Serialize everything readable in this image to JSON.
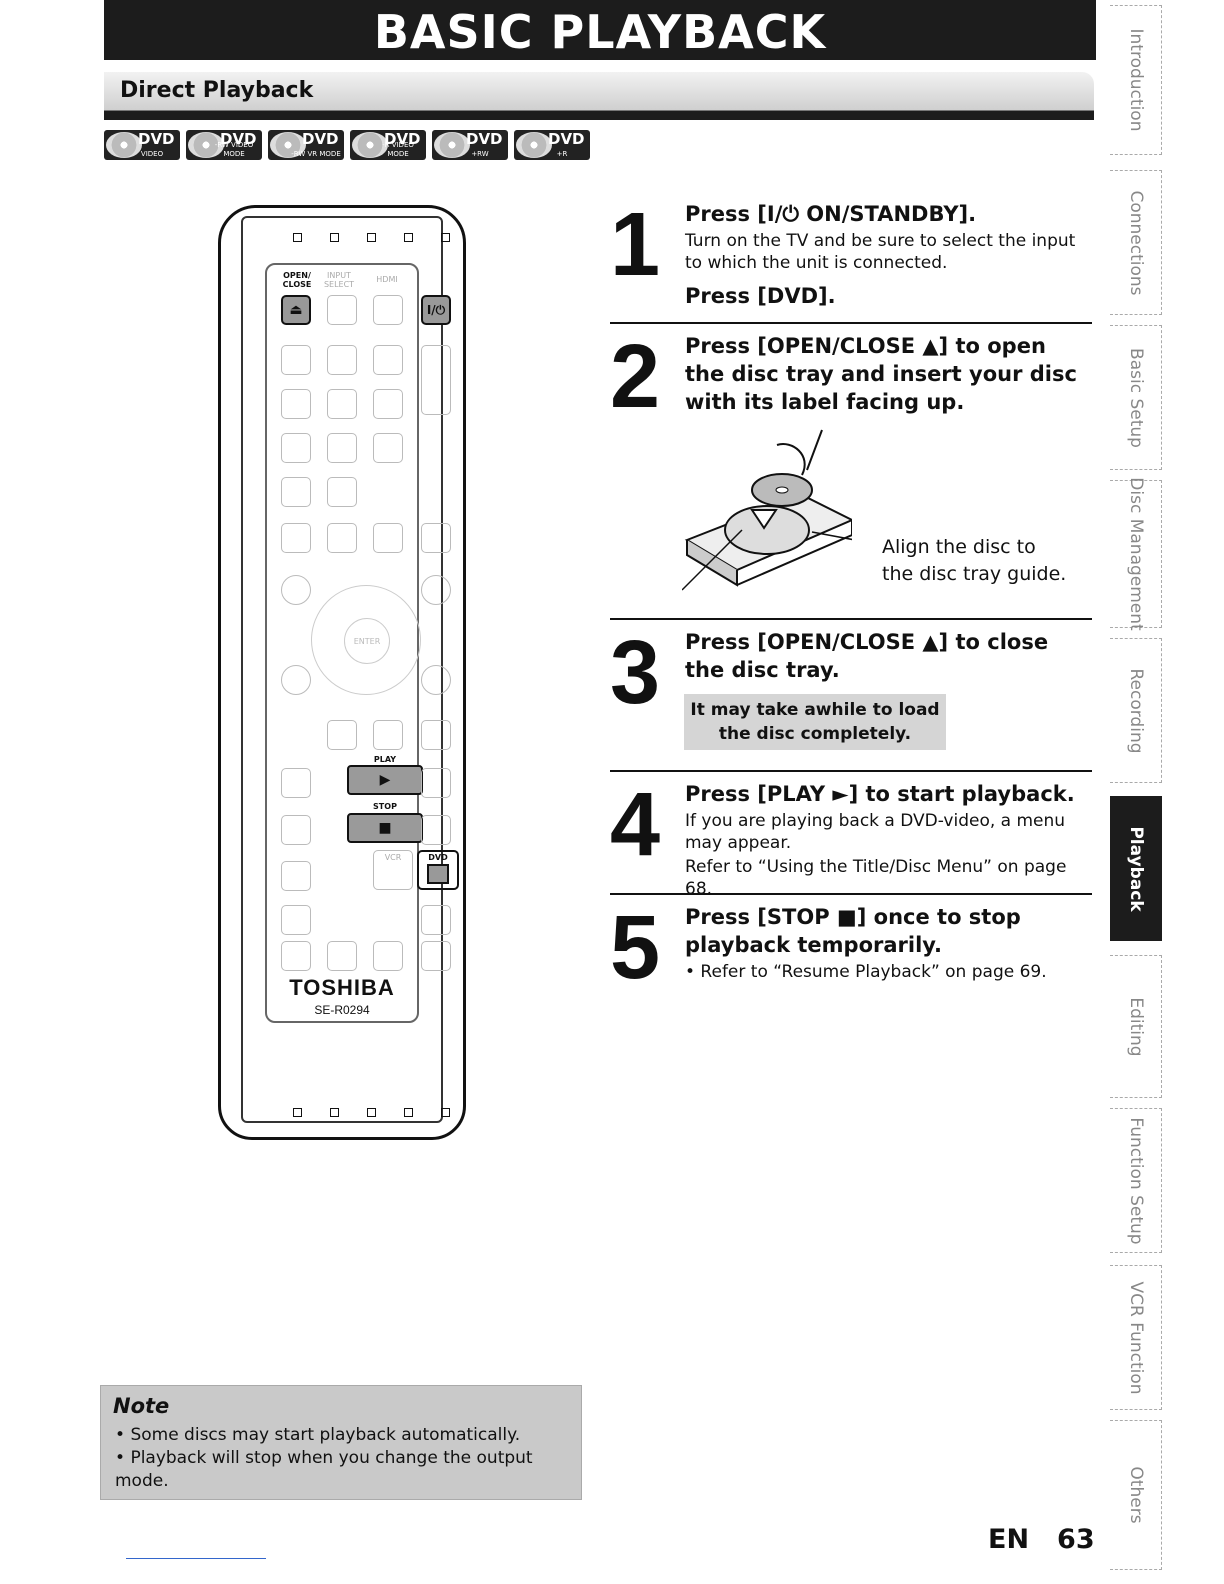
{
  "header": {
    "title": "BASIC PLAYBACK",
    "section": "Direct Playback"
  },
  "badges": [
    {
      "main": "DVD",
      "sub": "VIDEO"
    },
    {
      "main": "DVD",
      "sub": "-RW VIDEO MODE"
    },
    {
      "main": "DVD",
      "sub": "-RW VR MODE"
    },
    {
      "main": "DVD",
      "sub": "-R VIDEO MODE"
    },
    {
      "main": "DVD",
      "sub": "+RW"
    },
    {
      "main": "DVD",
      "sub": "+R"
    }
  ],
  "remote": {
    "open_close": "OPEN/ CLOSE",
    "input_select": "INPUT SELECT",
    "hdmi": "HDMI",
    "power": "I/⏻",
    "play": "PLAY",
    "stop": "STOP",
    "dvd": "DVD",
    "vcr": "VCR",
    "enter": "ENTER",
    "brand": "TOSHIBA",
    "model": "SE-R0294"
  },
  "steps": [
    {
      "num": "1",
      "heading": "Press [I/⏻ ON/STANDBY].",
      "text": "Turn on the TV and be sure to select the input to which the unit is connected.",
      "heading2": "Press [DVD]."
    },
    {
      "num": "2",
      "heading": "Press [OPEN/CLOSE ▲] to open the disc tray and insert your disc with its label facing up."
    },
    {
      "num": "3",
      "heading": "Press [OPEN/CLOSE ▲] to close the disc tray.",
      "callout": "It may take awhile to load the disc completely."
    },
    {
      "num": "4",
      "heading": "Press [PLAY ►] to start playback.",
      "text": "If you are playing back a DVD-video, a menu may appear.",
      "text2": "Refer to “Using the Title/Disc Menu” on page 68."
    },
    {
      "num": "5",
      "heading": "Press [STOP ■] once to stop playback temporarily.",
      "text": "• Refer to “Resume Playback” on page 69."
    }
  ],
  "illustration": {
    "caption": "Align the disc to the disc tray guide."
  },
  "note": {
    "label": "Note",
    "items": [
      "Some discs may start playback automatically.",
      "Playback will stop when you change the output mode."
    ]
  },
  "footer": {
    "lang": "EN",
    "page": "63"
  },
  "tabs": [
    "Introduction",
    "Connections",
    "Basic Setup",
    "Disc Management",
    "Recording",
    "Playback",
    "Editing",
    "Function Setup",
    "VCR Function",
    "Others"
  ]
}
